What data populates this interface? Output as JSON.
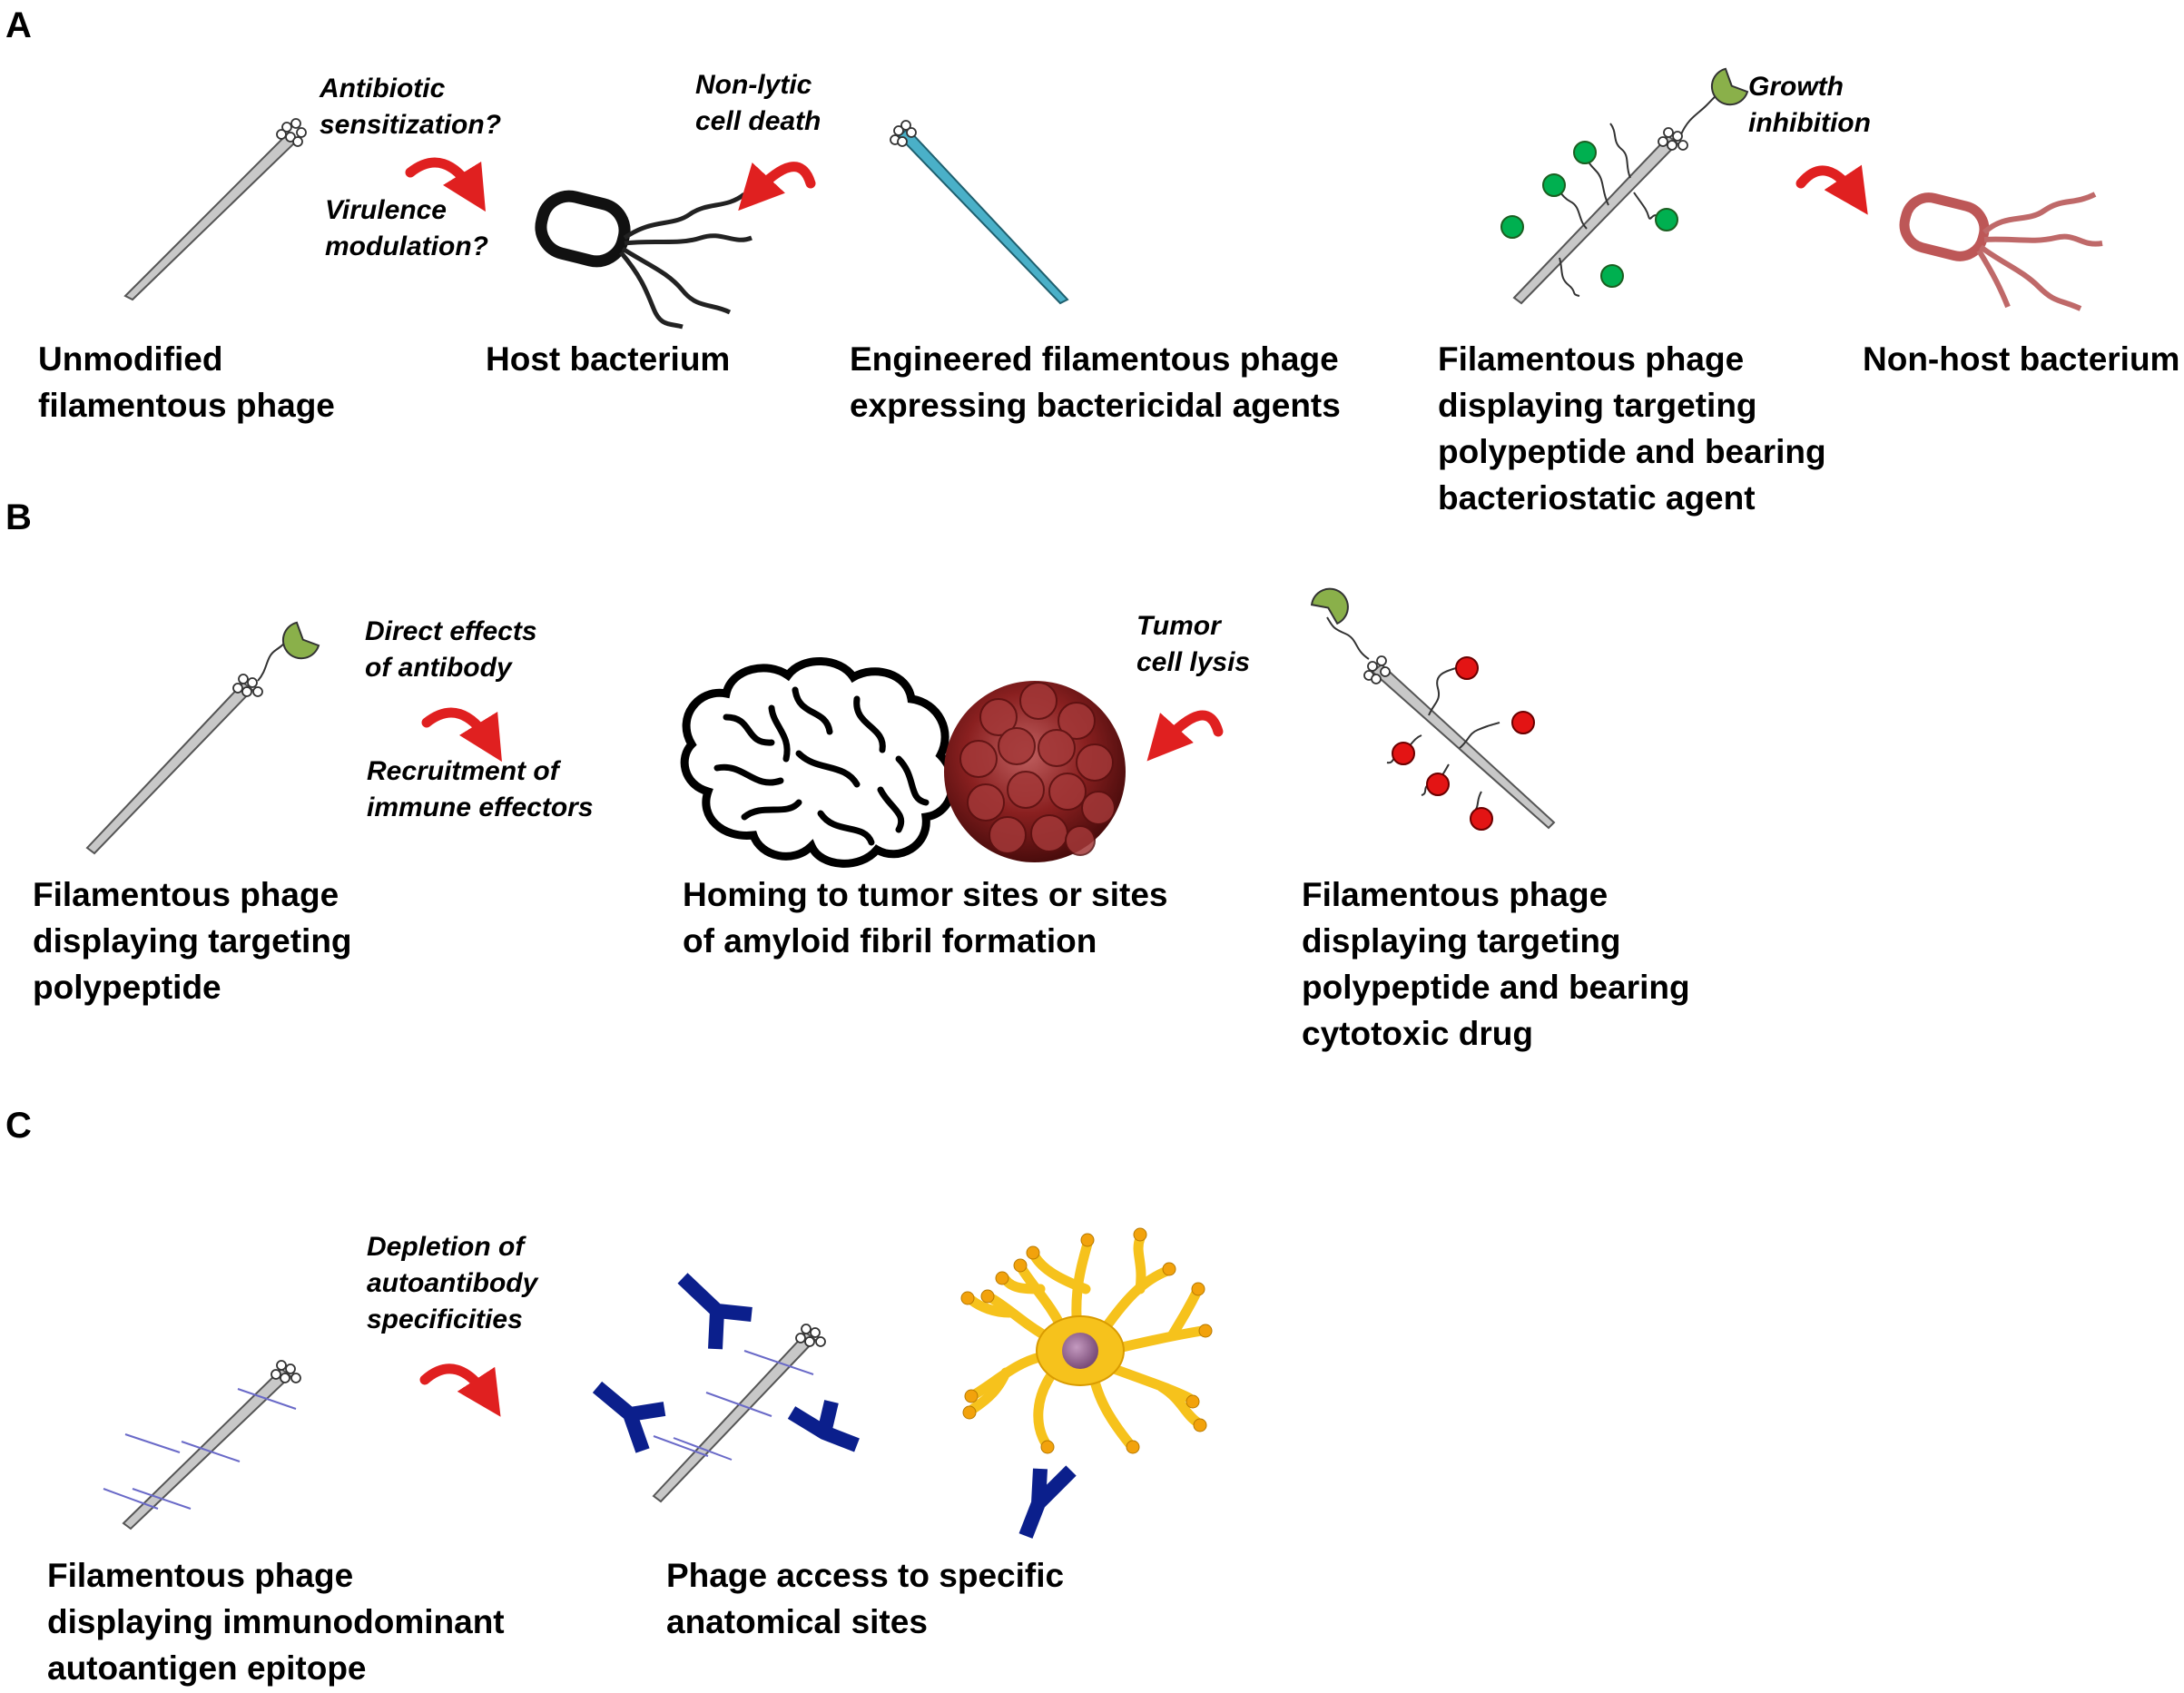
{
  "colors": {
    "arrow": "#e02020",
    "phage_gray": "#c8c8c8",
    "phage_blue": "#4ab0c8",
    "ligand_green": "#00b050",
    "targeting_green": "#8ab04a",
    "drug_red": "#e31414",
    "antibody_blue": "#0b1f8c",
    "neuron_yellow": "#f6c21c",
    "tumor_red": "#8a2020"
  },
  "panels": {
    "a": {
      "letter": "A",
      "captions": {
        "unmodified": [
          "Unmodified",
          "filamentous phage"
        ],
        "host": [
          "Host bacterium"
        ],
        "engineered": [
          "Engineered filamentous phage",
          "expressing bactericidal agents"
        ],
        "displaying": [
          "Filamentous phage",
          "displaying targeting",
          "polypeptide and bearing",
          "bacteriostatic agent"
        ],
        "nonhost": [
          "Non-host bacterium"
        ]
      },
      "notes": {
        "antibiotic": [
          "Antibiotic",
          "sensitization?"
        ],
        "virulence": [
          "Virulence",
          "modulation?"
        ],
        "nonlytic": [
          "Non-lytic",
          "cell death"
        ],
        "growth": [
          "Growth",
          "inhibition"
        ]
      },
      "icons": [
        "phage-icon",
        "bacterium-icon",
        "engineered-phage-icon",
        "targeted-phage-icon",
        "nonhost-bacterium-icon",
        "curved-arrow-icon"
      ]
    },
    "b": {
      "letter": "B",
      "captions": {
        "displaying": [
          "Filamentous phage",
          "displaying targeting",
          "polypeptide"
        ],
        "homing": [
          "Homing to tumor sites or sites",
          "of amyloid fibril formation"
        ],
        "cytotoxic": [
          "Filamentous phage",
          "displaying targeting",
          "polypeptide and bearing",
          "cytotoxic drug"
        ]
      },
      "notes": {
        "direct": [
          "Direct effects",
          "of antibody"
        ],
        "recruitment": [
          "Recruitment of",
          "immune effectors"
        ],
        "tumor": [
          "Tumor",
          "cell  lysis"
        ]
      },
      "icons": [
        "targeted-phage-icon",
        "brain-icon",
        "tumor-icon",
        "drug-phage-icon",
        "curved-arrow-icon"
      ]
    },
    "c": {
      "letter": "C",
      "captions": {
        "displaying": [
          "Filamentous phage",
          "displaying immunodominant",
          "autoantigen epitope"
        ],
        "access": [
          "Phage access to specific",
          "anatomical sites"
        ]
      },
      "notes": {
        "depletion": [
          "Depletion of",
          "autoantibody",
          "specificities"
        ]
      },
      "icons": [
        "epitope-phage-icon",
        "antibody-icon",
        "neuron-icon",
        "curved-arrow-icon"
      ]
    }
  }
}
